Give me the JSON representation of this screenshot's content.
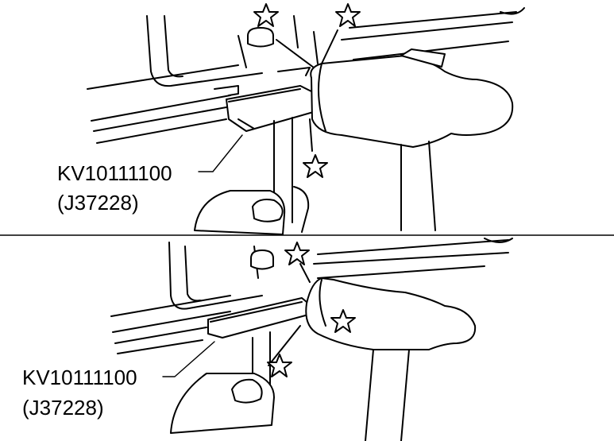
{
  "panels": [
    {
      "tool_number": "KV10111100",
      "alt_number": "(J37228)"
    },
    {
      "tool_number": "KV10111100",
      "alt_number": "(J37228)"
    }
  ]
}
